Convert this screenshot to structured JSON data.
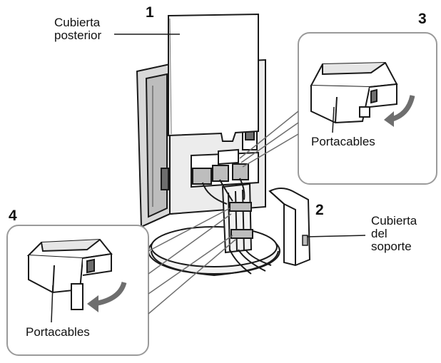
{
  "step_numbers": {
    "step_1": "1",
    "step_2": "2",
    "step_3": "3",
    "step_4": "4"
  },
  "labels": {
    "rear_cover_line1": "Cubierta",
    "rear_cover_line2": "posterior",
    "cable_holder_top": "Portacables",
    "cable_holder_bottom": "Portacables",
    "stand_cover_line1": "Cubierta",
    "stand_cover_line2": "del",
    "stand_cover_line3": "soporte"
  },
  "colors": {
    "line": "#1a1a1a",
    "panel_fill": "#ffffff",
    "callout_border": "#9a9a9a",
    "shade_light": "#d9d9d9",
    "shade_mid": "#bdbdbd",
    "shade_dark": "#6e6e6e"
  }
}
